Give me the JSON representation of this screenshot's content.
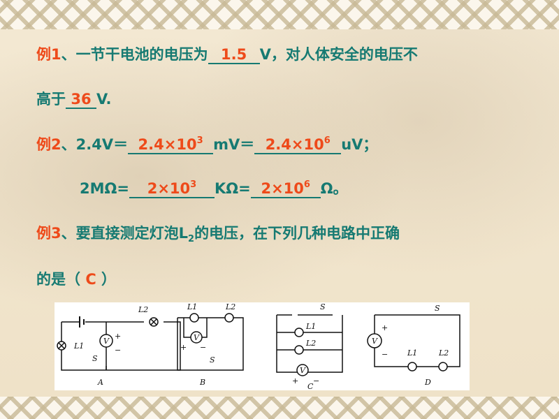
{
  "q1": {
    "label": "例1",
    "sep": "、",
    "text_a": "一节干电池的电压为",
    "answer_a": "1.5",
    "text_b": "V，对人体安全的电压不",
    "text_c": "高于",
    "answer_b": "36",
    "text_d": "V."
  },
  "q2": {
    "label": "例2",
    "sep": "、",
    "lhs": "2.4V＝",
    "a1": "2.4×10",
    "a1_exp": "3",
    "mid": "mV＝",
    "a2": "2.4×10",
    "a2_exp": "6",
    "end": "uV；",
    "lhs2": "2MΩ=",
    "b1": "2×10",
    "b1_exp": "3",
    "mid2": "KΩ=",
    "b2": "2×10",
    "b2_exp": "6",
    "end2": "Ω。"
  },
  "q3": {
    "label": "例3",
    "sep": "、",
    "text_a": "要直接测定灯泡L",
    "sub": "2",
    "text_b": "的电压，在下列几种电路中正确",
    "text_c": "的是（",
    "answer": "C",
    "text_d": "）"
  },
  "circuits": {
    "labels": [
      "A",
      "B",
      "C",
      "D"
    ],
    "voltmeter": "V",
    "switch": "S",
    "lamp1": "L1",
    "lamp2": "L2",
    "plus": "+",
    "minus": "−"
  },
  "colors": {
    "text": "#167a72",
    "answer": "#ee4a1a"
  }
}
